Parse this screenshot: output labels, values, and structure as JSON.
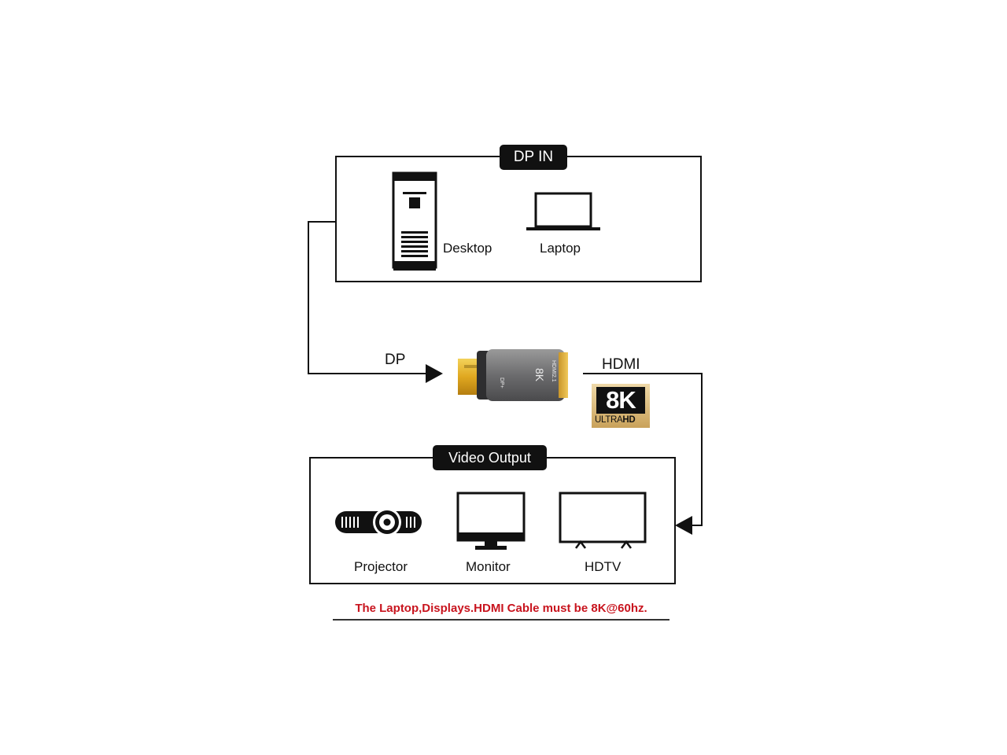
{
  "dp_in": {
    "title": "DP IN",
    "desktop_label": "Desktop",
    "laptop_label": "Laptop"
  },
  "connector": {
    "dp_label": "DP",
    "hdmi_label": "HDMI",
    "adapter_dp_text": "DP+",
    "adapter_8k_text": "8K",
    "adapter_hdmi_text": "HDMI2.1"
  },
  "badge": {
    "big": "8K",
    "ultra": "ULTRA",
    "hd": "HD"
  },
  "video_output": {
    "title": "Video Output",
    "projector_label": "Projector",
    "monitor_label": "Monitor",
    "hdtv_label": "HDTV"
  },
  "note": {
    "text": "The Laptop,Displays.HDMI Cable must be 8K@60hz."
  },
  "colors": {
    "note_red": "#c8141e",
    "gold": "#c9a25a",
    "line": "#111111"
  }
}
